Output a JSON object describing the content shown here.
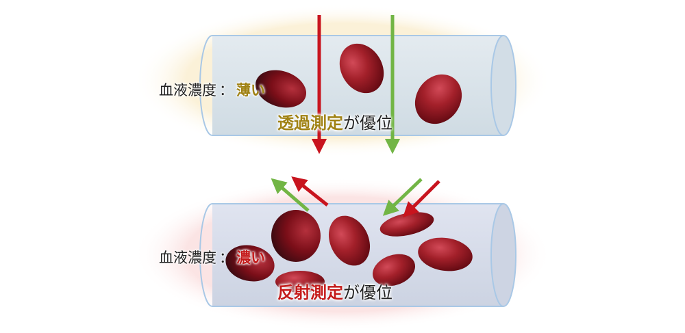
{
  "top_panel": {
    "concentration_label": "血液濃度",
    "separator": "：",
    "concentration_value": "薄い",
    "caption_keyword": "透過測定",
    "caption_suffix": "が優位"
  },
  "bottom_panel": {
    "concentration_label": "血液濃度",
    "separator": "：",
    "concentration_value": "濃い",
    "caption_keyword": "反射測定",
    "caption_suffix": "が優位"
  },
  "colors": {
    "top_background": "#fbf2d6",
    "bottom_background": "#fbe2e2",
    "tube_fill": "#d9e3ec",
    "tube_outline": "#a9c8e6",
    "blood_cell": "#a3202a",
    "red_light": "#c8141e",
    "green_light": "#72b545"
  }
}
